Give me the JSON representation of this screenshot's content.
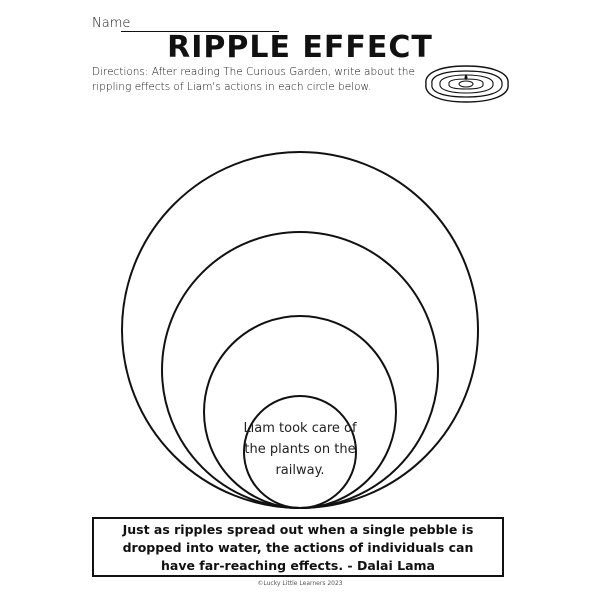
{
  "worksheet": {
    "name_label": "Name",
    "title": "RIPPLE EFFECT",
    "directions": "Directions: After reading The Curious Garden, write about the rippling effects of Liam's actions in each circle below.",
    "center_text": "Liam took care of the plants on the railway.",
    "quote": {
      "line1": "Just as ripples spread out when a single pebble is",
      "line2": "dropped into water, the actions of individuals can",
      "line3": "have far-reaching effects.  - Dalai Lama"
    },
    "copyright": "©Lucky Little Learners 2023"
  },
  "icons": {
    "puddle": "water-ripple-icon"
  }
}
